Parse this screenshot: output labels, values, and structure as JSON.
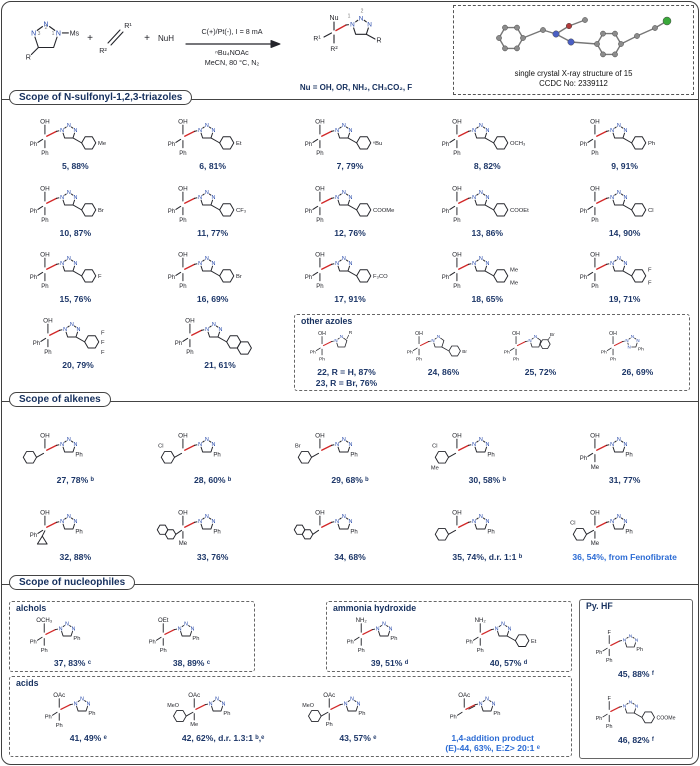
{
  "colors": {
    "accent_red": "#d22828",
    "nitrogen_blue": "#2446a8",
    "caption_navy": "#1c3668",
    "highlight_blue": "#2b6bd4",
    "chlorine_green": "#3aa83a"
  },
  "scheme": {
    "reagent": {
      "ms": "Ms",
      "r": "R",
      "nums": [
        "3",
        "2",
        "1"
      ]
    },
    "plus1": "+",
    "alkene": {
      "r1": "R¹",
      "r2": "R²"
    },
    "plus2": "+",
    "nuh": "NuH",
    "cond_top": "C(+)/Pt(-), I = 8 mA",
    "cond_mid": "ⁿBu₄NOAc",
    "cond_bot": "MeCN, 80 °C, N₂",
    "product": {
      "nu": "Nu",
      "r1": "R¹",
      "r2": "R²",
      "r": "R",
      "nums": [
        "1",
        "2"
      ]
    },
    "nu_scope": "Nu = OH, OR, NH₂, CH₃CO₂, F",
    "xray_cap1": "single crystal X-ray  structure of 15",
    "xray_cap2": "CCDC No: 2339112"
  },
  "layout": {
    "sec1": {
      "title": "Scope of N-sulfonyl-1,2,3-triazoles",
      "rows": [
        [
          "5",
          "6",
          "7",
          "8",
          "9"
        ],
        [
          "10",
          "11",
          "12",
          "13",
          "14"
        ],
        [
          "15",
          "16",
          "17",
          "18",
          "19"
        ]
      ],
      "row4_left": [
        "20",
        "21"
      ],
      "other_azoles": {
        "label": "other azoles",
        "items": [
          "22_23",
          "24",
          "25",
          "26"
        ]
      }
    },
    "sec2": {
      "title": "Scope of alkenes",
      "rows": [
        [
          "27",
          "28",
          "29",
          "30",
          "31"
        ],
        [
          "32",
          "33",
          "34",
          "35",
          "36"
        ]
      ]
    },
    "sec3": {
      "title": "Scope of nucleophiles",
      "groups_row1": [
        {
          "label": "alchols",
          "items": [
            "37",
            "38"
          ]
        },
        {
          "label": "ammonia hydroxide",
          "items": [
            "39",
            "40"
          ]
        }
      ],
      "groups_row2": [
        {
          "label": "acids",
          "items": [
            "41",
            "42",
            "43",
            "44"
          ]
        }
      ],
      "pyhf": {
        "label": "Py. HF",
        "items": [
          "45",
          "46"
        ]
      }
    }
  },
  "compounds": {
    "5": {
      "cap": "5, 88%",
      "A": {
        "s": [
          "Me"
        ]
      }
    },
    "6": {
      "cap": "6, 81%",
      "A": {
        "s": [
          "Et"
        ]
      }
    },
    "7": {
      "cap": "7, 79%",
      "A": {
        "s": [
          "ⁿBu"
        ]
      }
    },
    "8": {
      "cap": "8, 82%",
      "A": {
        "s": [
          "OCH₃"
        ]
      }
    },
    "9": {
      "cap": "9, 91%",
      "A": {
        "s": [
          "Ph"
        ]
      }
    },
    "10": {
      "cap": "10, 87%",
      "A": {
        "s": [
          "Br"
        ]
      }
    },
    "11": {
      "cap": "11, 77%",
      "A": {
        "s": [
          "CF₃"
        ]
      }
    },
    "12": {
      "cap": "12, 76%",
      "A": {
        "s": [
          "COOMe"
        ]
      }
    },
    "13": {
      "cap": "13, 86%",
      "A": {
        "s": [
          "COOEt"
        ]
      }
    },
    "14": {
      "cap": "14, 90%",
      "A": {
        "s": [
          "Cl"
        ]
      }
    },
    "15": {
      "cap": "15, 76%",
      "A": {
        "s": [
          "F"
        ]
      }
    },
    "16": {
      "cap": "16, 69%",
      "A": {
        "s": [
          "Br"
        ]
      }
    },
    "17": {
      "cap": "17, 91%",
      "A": {
        "s": [
          "F₃CO"
        ]
      }
    },
    "18": {
      "cap": "18, 65%",
      "A": {
        "s": [
          "Me",
          "Me"
        ]
      }
    },
    "19": {
      "cap": "19, 71%",
      "A": {
        "s": [
          "F",
          "F"
        ]
      }
    },
    "20": {
      "cap": "20, 79%",
      "A": {
        "s": [
          "F",
          "F",
          "F"
        ]
      }
    },
    "21": {
      "cap": "21, 61%",
      "A": {
        "s": []
      },
      "A2": true
    },
    "22_23": {
      "cap": "22, R = H, 87%",
      "cap2": "23, R = Br, 76%",
      "rN": 2,
      "rs": "R"
    },
    "24": {
      "cap": "24, 86%",
      "rN": 2,
      "A": {
        "s": [
          "Br"
        ]
      }
    },
    "25": {
      "cap": "25, 72%",
      "rN": 2,
      "fused": true,
      "fsub": "Br"
    },
    "26": {
      "cap": "26, 69%",
      "rN": 4,
      "T": "Ph"
    },
    "27": {
      "cap": "27, 78% ᵇ",
      "LR": {
        "s": ""
      },
      "T": "Ph"
    },
    "28": {
      "cap": "28, 60% ᵇ",
      "LR": {
        "s": "Cl"
      },
      "T": "Ph"
    },
    "29": {
      "cap": "29, 68% ᵇ",
      "LR": {
        "s": "Br"
      },
      "T": "Ph"
    },
    "30": {
      "cap": "30, 58% ᵇ",
      "LR": {
        "s": "Cl",
        "s2": "Me"
      },
      "T": "Ph"
    },
    "31": {
      "cap": "31, 77%",
      "L": [
        "Ph",
        "Me"
      ],
      "T": "Ph"
    },
    "32": {
      "cap": "32, 88%",
      "L": [
        "Ph"
      ],
      "cp": true,
      "T": "Ph"
    },
    "33": {
      "cap": "33, 76%",
      "LR": {
        "s": "",
        "n2": true
      },
      "L": [
        "Me"
      ],
      "T": "Ph"
    },
    "34": {
      "cap": "34, 68%",
      "LR": {
        "s": "",
        "n2": true
      },
      "T": "Ph"
    },
    "35": {
      "cap": "35, 74%, d.r. 1:1 ᵇ",
      "LR": {
        "s": ""
      },
      "T": "Ph"
    },
    "36": {
      "cap": "36, 54%, from Fenofibrate",
      "blue": true,
      "LR": {
        "s": "Cl"
      },
      "L": [
        "Me"
      ],
      "T": "Ph"
    },
    "37": {
      "cap": "37, 83% ᶜ",
      "h": "OCH₃",
      "T": "Ph"
    },
    "38": {
      "cap": "38, 89% ᶜ",
      "h": "OEt",
      "T": "Ph"
    },
    "39": {
      "cap": "39, 51% ᵈ",
      "h": "NH₂",
      "T": "Ph"
    },
    "40": {
      "cap": "40, 57% ᵈ",
      "h": "NH₂",
      "A": {
        "s": [
          "Et"
        ]
      }
    },
    "41": {
      "cap": "41, 49% ᵉ",
      "h": "OAc",
      "T": "Ph"
    },
    "42": {
      "cap": "42, 62%, d.r. 1.3:1 ᵇ,ᵉ",
      "h": "OAc",
      "LR": {
        "s": "MeO"
      },
      "L": [
        "Me"
      ],
      "T": "Ph"
    },
    "43": {
      "cap": "43, 57% ᵉ",
      "h": "OAc",
      "LR": {
        "s": "MeO"
      },
      "L": [
        "Ph"
      ],
      "T": "Ph"
    },
    "44": {
      "capPre": "1,4-addition product",
      "cap": "(E)-44, 63%, E:Z> 20:1 ᵉ",
      "blue": true,
      "h": "OAc",
      "L": [
        "Ph"
      ],
      "db": true,
      "T": "Ph"
    },
    "45": {
      "cap": "45, 88% ᶠ",
      "h": "F",
      "T": "Ph"
    },
    "46": {
      "cap": "46, 82% ᶠ",
      "h": "F",
      "A": {
        "s": [
          "COOMe"
        ]
      }
    }
  }
}
